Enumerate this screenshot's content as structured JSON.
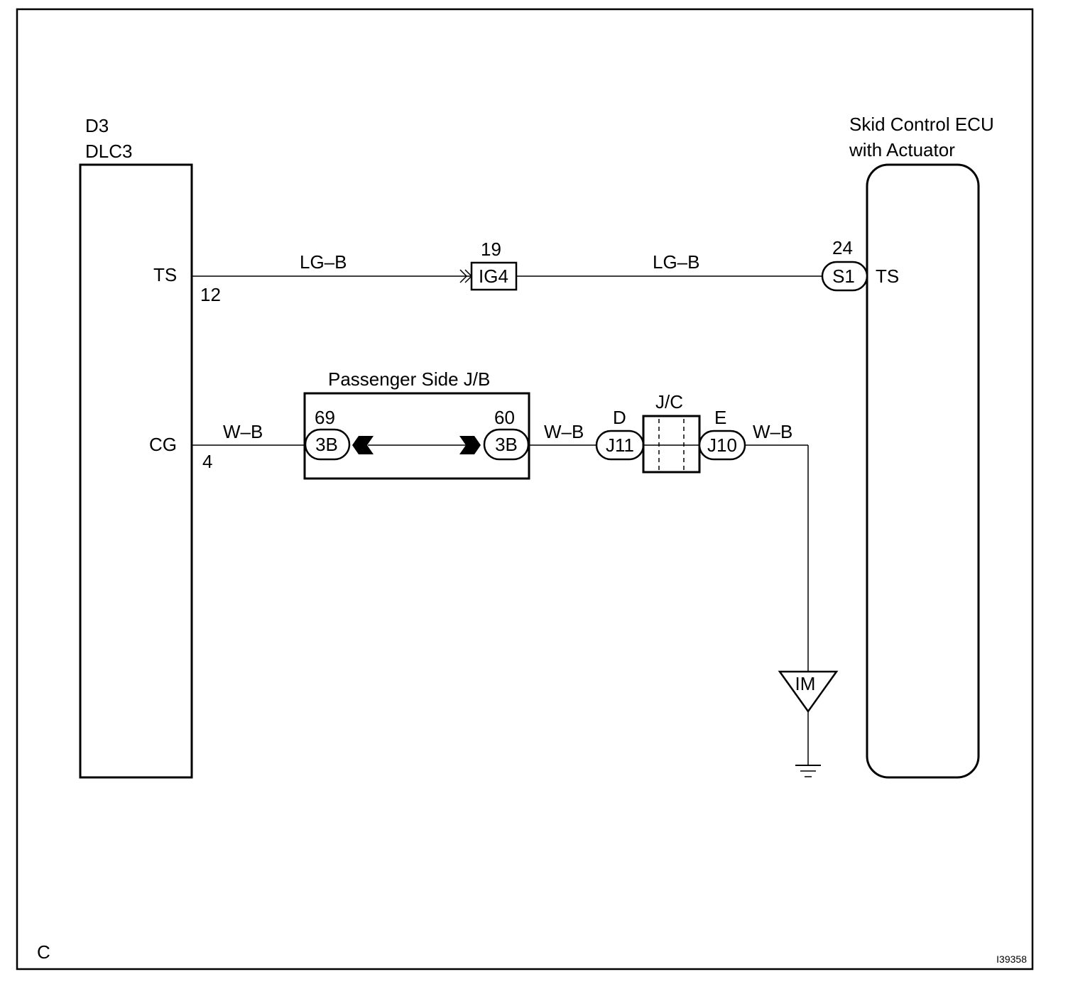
{
  "diagram": {
    "left_component": {
      "code": "D3",
      "name": "DLC3"
    },
    "right_component": {
      "name_line1": "Skid Control ECU",
      "name_line2": "with Actuator"
    },
    "ts_circuit": {
      "left_terminal": "TS",
      "left_pin": "12",
      "wire_color_left": "LG–B",
      "wire_color_right": "LG–B",
      "connector_pin": "19",
      "connector": "IG4",
      "right_pin": "24",
      "right_connector": "S1",
      "right_terminal": "TS"
    },
    "cg_circuit": {
      "left_terminal": "CG",
      "left_pin": "4",
      "wire_color_1": "W–B",
      "wire_color_2": "W–B",
      "wire_color_3": "W–B",
      "jb_title": "Passenger Side J/B",
      "jb_pin_left": "69",
      "jb_conn_left": "3B",
      "jb_pin_right": "60",
      "jb_conn_right": "3B",
      "jc_title": "J/C",
      "jc_pin_left": "D",
      "jc_conn_left": "J11",
      "jc_pin_right": "E",
      "jc_conn_right": "J10",
      "ground_point": "IM"
    },
    "corner_code": "C",
    "figure_id": "I39358"
  },
  "colors": {
    "line": "#000000",
    "background": "#ffffff"
  }
}
